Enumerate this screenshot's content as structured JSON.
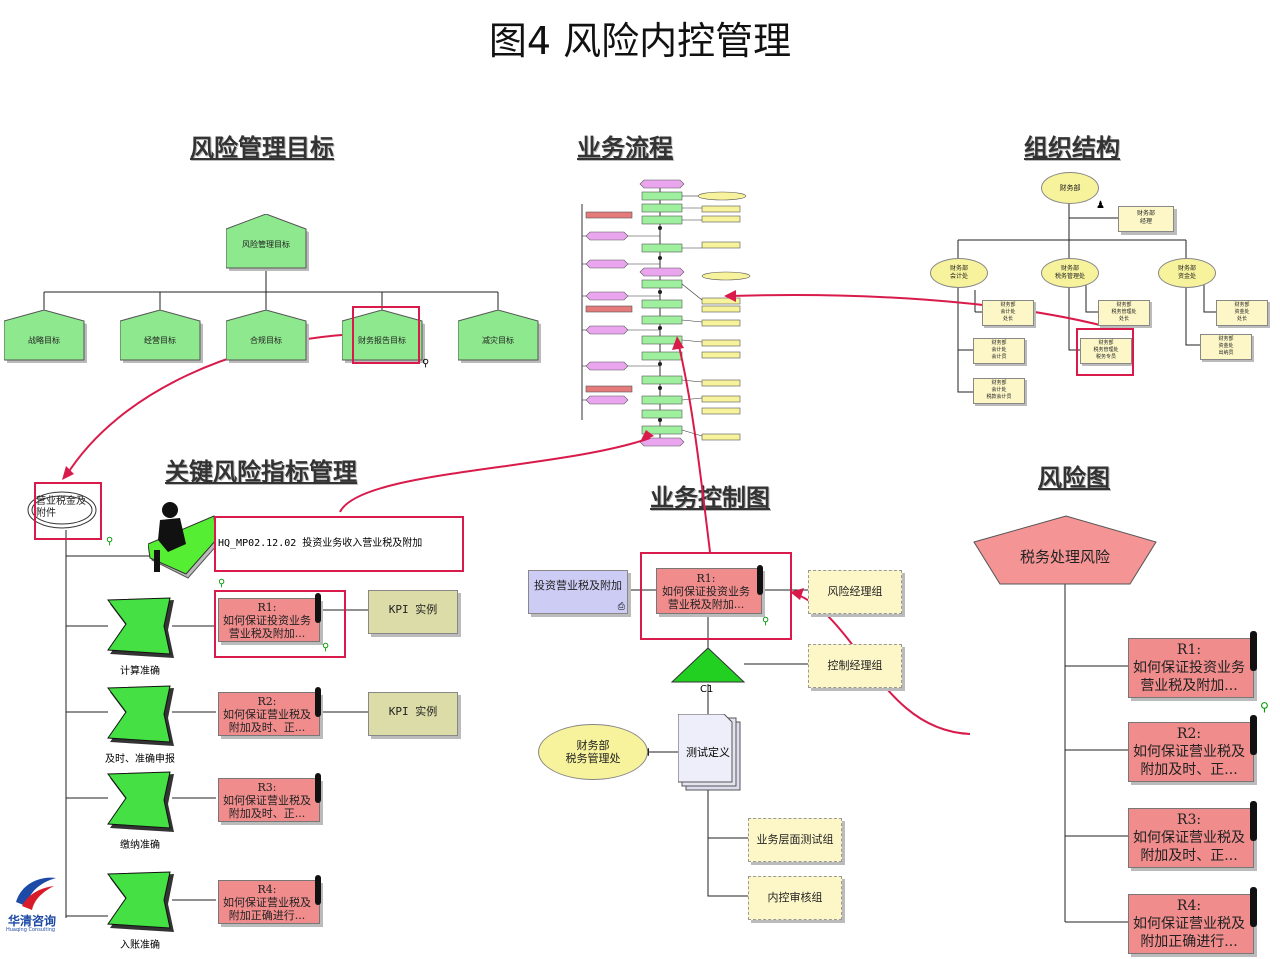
{
  "title": "图4  风险内控管理",
  "sections": {
    "goals": "风险管理目标",
    "process": "业务流程",
    "org": "组织结构",
    "kri": "关键风险指标管理",
    "control": "业务控制图",
    "riskmap": "风险图"
  },
  "goals": {
    "root": "风险管理目标",
    "children": [
      "战略目标",
      "经营目标",
      "合规目标",
      "财务报告目标",
      "减灾目标"
    ]
  },
  "org": {
    "root": "财务部",
    "assistant": "财务部\n经理",
    "units": [
      "财务部\n会计处",
      "财务部\n税务管理处",
      "财务部\n资金处"
    ],
    "roles_acc": [
      "财务部\n会计处\n处长",
      "财务部\n会计处\n会计员",
      "财务部\n会计处\n税款会计员"
    ],
    "roles_tax": [
      "财务部\n税务管理处\n处长",
      "财务部\n税务管理处\n税务专员"
    ],
    "roles_fund": [
      "财务部\n资金处\n处长",
      "财务部\n资金处\n出纳员"
    ]
  },
  "kri": {
    "root": "营业税金及附件",
    "process": "HQ_MP02.12.02 投资业务收入营业税及附加",
    "indicators": [
      "计算准确",
      "及时、准确申报",
      "缴纳准确",
      "入账准确"
    ],
    "risks": [
      "R1:\n如何保证投资业务营业税及附加...",
      "R2:\n如何保证营业税及附加及时、正...",
      "R3:\n如何保证营业税及附加及时、正...",
      "R4:\n如何保证营业税及附加正确进行..."
    ],
    "kpi": [
      "KPI 实例",
      "KPI 实例"
    ]
  },
  "control": {
    "input": "投资营业税及附加",
    "risk": "R1:\n如何保证投资业务营业税及附加...",
    "owner": "风险经理组",
    "controller": "控制经理组",
    "control_label": "C1",
    "test": "测试定义",
    "dept": "财务部\n税务管理处",
    "testers": [
      "业务层面测试组",
      "内控审核组"
    ]
  },
  "riskmap": {
    "root": "税务处理风险",
    "risks": [
      "R1:\n如何保证投资业务营业税及附加...",
      "R2:\n如何保证营业税及附加及时、正...",
      "R3:\n如何保证营业税及附加及时、正...",
      "R4:\n如何保证营业税及附加正确进行..."
    ]
  },
  "logo": {
    "name": "华清咨询",
    "sub": "Huaqing Consulting"
  },
  "colors": {
    "accent": "#d81b4a",
    "goal_green": "#8ee88e",
    "risk_pink": "#f08c8c",
    "kpi_khaki": "#dcdca8",
    "control_green": "#22d022",
    "org_yellow": "#f7f29c",
    "input_lavender": "#ccccf4"
  }
}
